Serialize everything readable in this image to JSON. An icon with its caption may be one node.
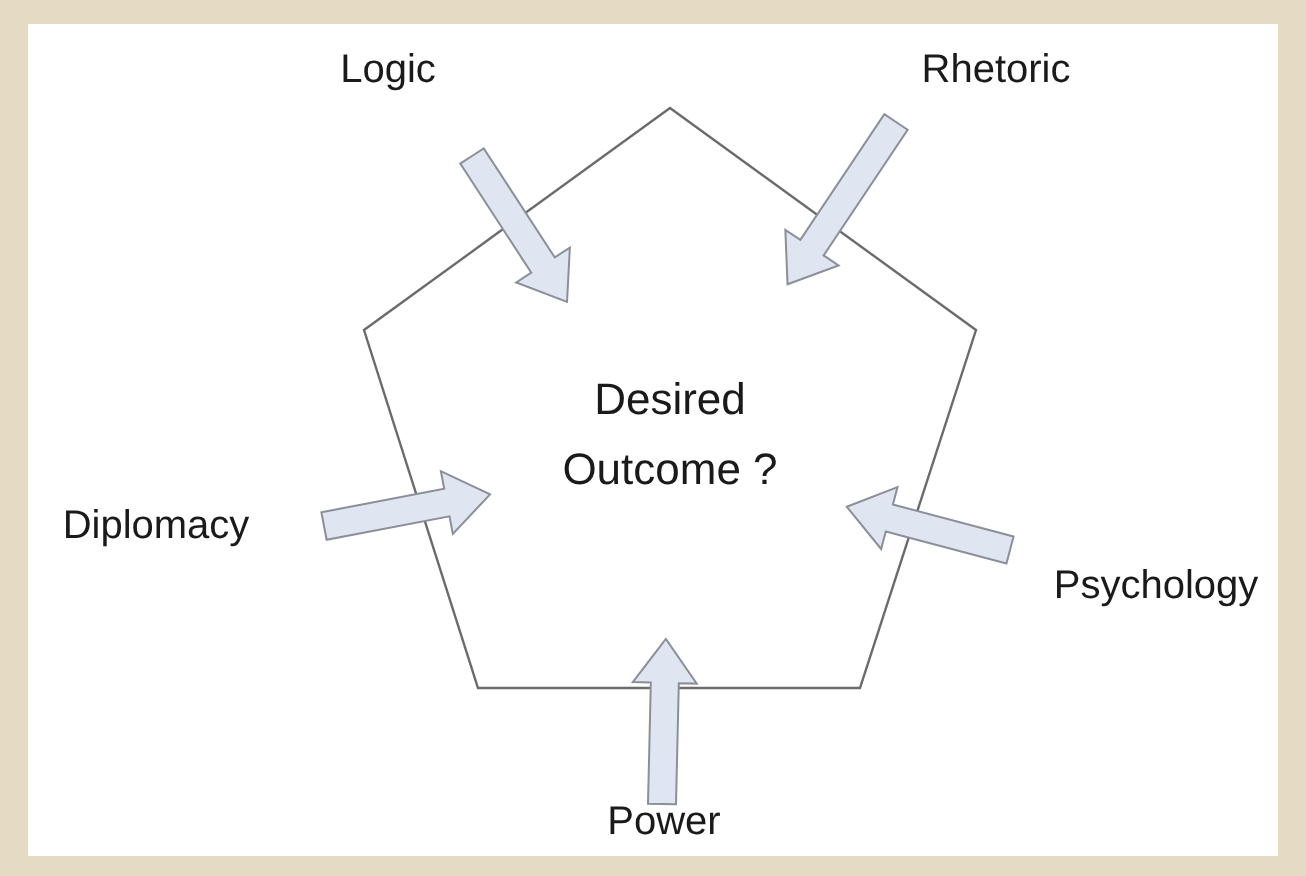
{
  "diagram": {
    "nodes": [
      {
        "text": [
          "Desired Outcome ?"
        ]
      },
      {
        "text": [
          "Logic"
        ]
      },
      {
        "text": [
          "Rhetoric"
        ]
      },
      {
        "text": [
          "Diplomacy"
        ]
      },
      {
        "text": [
          "Psychology"
        ]
      },
      {
        "text": [
          "Power"
        ]
      }
    ],
    "edges": [
      {
        "from": 1,
        "to": 0,
        "arrow": "to"
      },
      {
        "from": 2,
        "to": 0,
        "arrow": "to"
      },
      {
        "from": 3,
        "to": 0,
        "arrow": "to"
      },
      {
        "from": 4,
        "to": 0,
        "arrow": "to"
      },
      {
        "from": 5,
        "to": 0,
        "arrow": "to"
      }
    ]
  }
}
